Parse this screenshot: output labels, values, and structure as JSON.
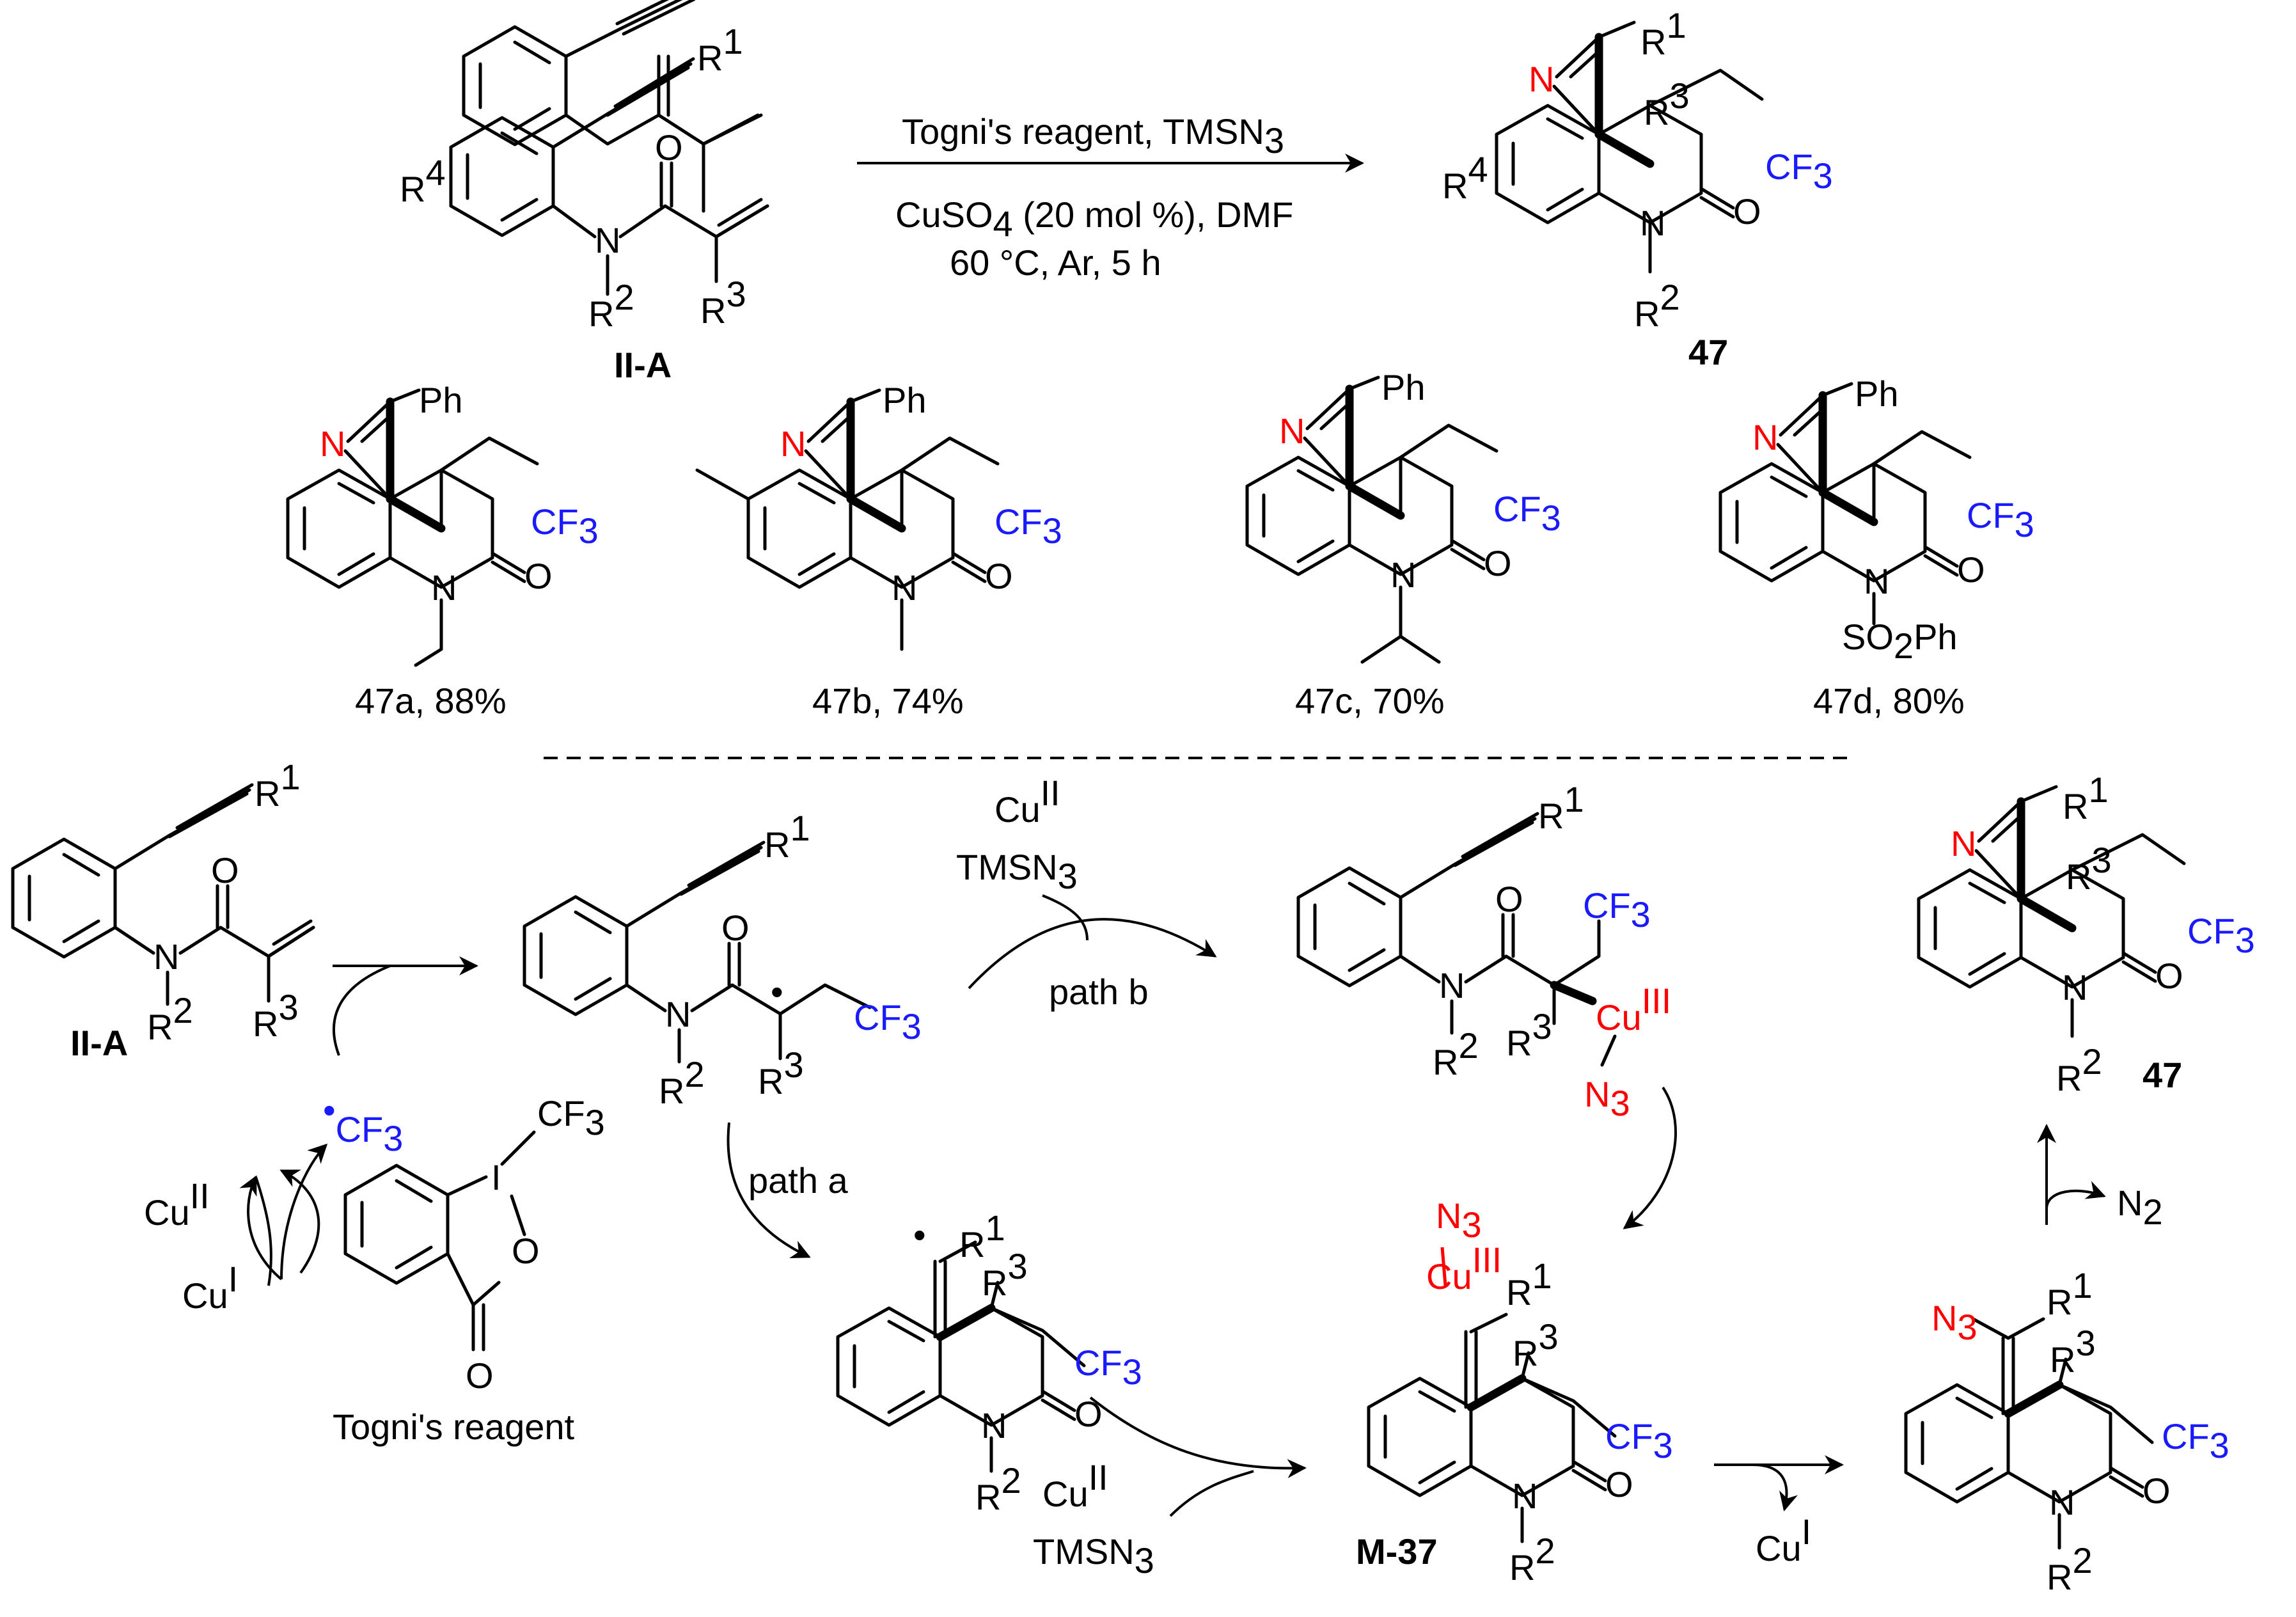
{
  "colors": {
    "bond": "#000000",
    "cf3": "#1a1aff",
    "azide_nitrogen_copper": "#ff0000",
    "background": "#ffffff"
  },
  "reaction": {
    "reactant": "II-A",
    "product": "47",
    "reagents": "Togni's reagent, TMSN",
    "reagents_sub": "3",
    "catalyst": "CuSO",
    "catalyst_sub": "4",
    "catalyst_tail": " (20 mol %), DMF",
    "conditions": "60 °C, Ar, 5 h"
  },
  "groups": {
    "r1": "R",
    "r1_sup": "1",
    "r2": "R",
    "r2_sup": "2",
    "r3": "R",
    "r3_sup": "3",
    "r4": "R",
    "r4_sup": "4",
    "n": "N",
    "o": "O",
    "cf": "CF",
    "cf_sub": "3",
    "ph": "Ph",
    "so2": "SO",
    "so2_sub": "2",
    "so2_tail": "Ph",
    "i": "I",
    "n3": "N",
    "n3_sub": "3",
    "n2": "N",
    "n2_sub": "2"
  },
  "examples": [
    {
      "label": "47a",
      "yield": ", 88%"
    },
    {
      "label": "47b",
      "yield": ", 74%"
    },
    {
      "label": "47c",
      "yield": ", 70%"
    },
    {
      "label": "47d",
      "yield": ", 80%"
    }
  ],
  "mechanism": {
    "cu": "Cu",
    "cu2": "II",
    "cu1": "I",
    "cu3": "III",
    "tmsn3": "TMSN",
    "tmsn3_sub": "3",
    "cf3_radical": "CF",
    "cf3_radical_sub": "3",
    "radical_dot": "•",
    "path_a": "path a",
    "path_b": "path b",
    "togni_label": "Togni's reagent",
    "intermediate_label": "M-37"
  }
}
